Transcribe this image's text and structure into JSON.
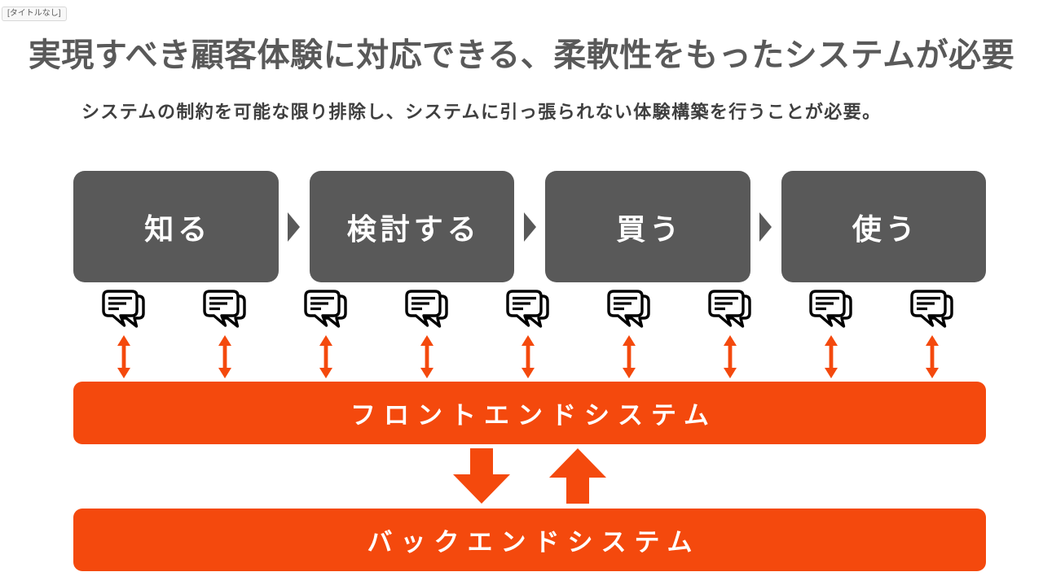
{
  "window": {
    "badge_label": "[タイトルなし]"
  },
  "slide": {
    "title": "実現すべき顧客体験に対応できる、柔軟性をもったシステムが必要",
    "subtitle": "システムの制約を可能な限り排除し、システムに引っ張られない体験構築を行うことが必要。"
  },
  "journey": {
    "stages": [
      {
        "label": "知る"
      },
      {
        "label": "検討する"
      },
      {
        "label": "買う"
      },
      {
        "label": "使う"
      }
    ],
    "touchpoints": {
      "icon": "chat-bubbles-icon",
      "count": 9
    }
  },
  "systems": {
    "frontend": {
      "label": "フロントエンドシステム"
    },
    "backend": {
      "label": "バックエンドシステム"
    }
  },
  "colors": {
    "accent_orange": "#F4490D",
    "stage_gray": "#595959",
    "title_gray": "#595959",
    "subtitle_gray": "#3F3F3F",
    "box_text_white": "#FFFFFF",
    "icon_black": "#000000"
  }
}
